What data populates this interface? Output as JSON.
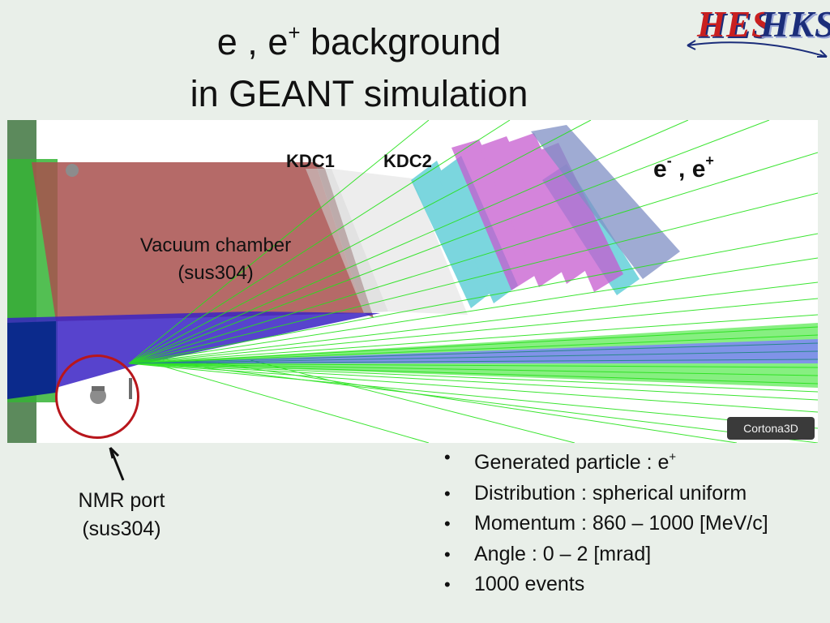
{
  "title": {
    "line1_prefix": "e , e",
    "line1_sup": "+",
    "line1_suffix": " background",
    "line2": "in GEANT simulation"
  },
  "logo": {
    "left_text": "HES",
    "right_text": "HKS"
  },
  "simulation": {
    "labels": {
      "kdc1": "KDC1",
      "kdc2": "KDC2",
      "particles_e": "e",
      "particles_minus": "-",
      "particles_sep": " , e",
      "particles_plus": "+",
      "vacuum_line1": "Vacuum chamber",
      "vacuum_line2": "(sus304)"
    },
    "watermark": "Cortona3D",
    "colors": {
      "vacuum": "#a8504e",
      "beam_pipe": "#3a22c4",
      "tracks": "#26e21b",
      "kdc": "#d6d6d6",
      "cyan_plane": "#4fc9d4",
      "magenta_plane": "#c65bd0",
      "blue_plane": "#7f8fc4",
      "side_green": "#35b435",
      "marker": "#b8161c"
    }
  },
  "nmr": {
    "line1": "NMR port",
    "line2": "(sus304)"
  },
  "bullets": [
    {
      "text": "Generated particle : e",
      "sup": "+"
    },
    {
      "text": "Distribution : spherical uniform",
      "sup": ""
    },
    {
      "text": "Momentum : 860 – 1000 [MeV/c]",
      "sup": ""
    },
    {
      "text": "Angle : 0 – 2 [mrad]",
      "sup": ""
    },
    {
      "text": "1000 events",
      "sup": ""
    }
  ]
}
